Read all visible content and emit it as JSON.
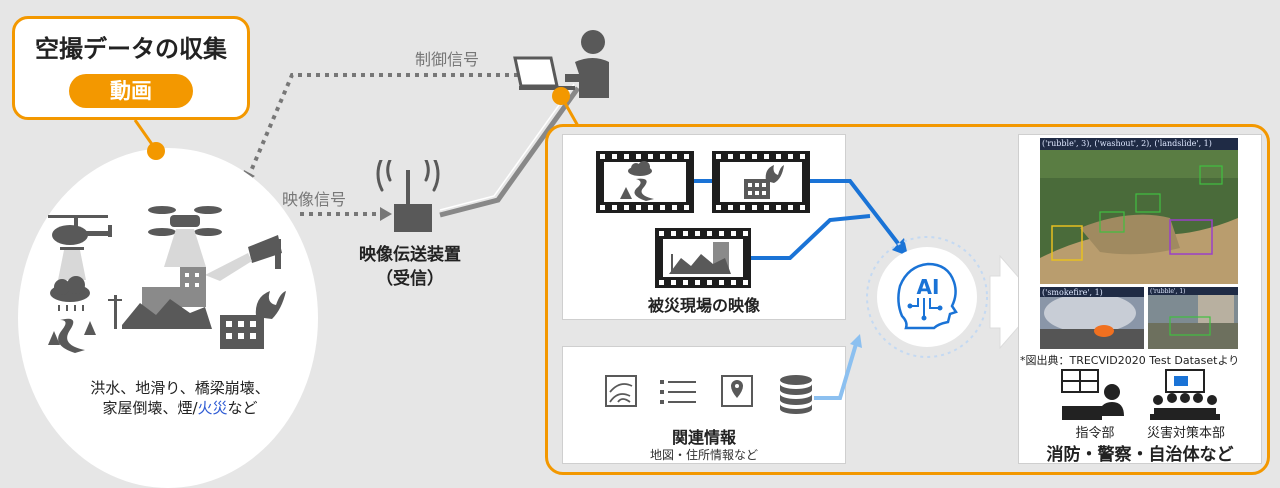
{
  "collection": {
    "title": "空撮データの収集",
    "badge": "動画"
  },
  "disasters": {
    "line1": "洪水、地滑り、橋梁崩壊、",
    "line2_a": "家屋倒壊、煙/",
    "line2_b": "火災",
    "line2_c": "など"
  },
  "signals": {
    "control": "制御信号",
    "video": "映像信号"
  },
  "device": {
    "line1": "映像伝送装置",
    "line2": "（受信）"
  },
  "scene_box": {
    "title": "被災現場の映像"
  },
  "related_box": {
    "title": "関連情報",
    "subtitle": "地図・住所情報など"
  },
  "ai": {
    "label": "AI"
  },
  "result_photos": {
    "tag_main": "('rubble', 3), ('washout', 2), ('landslide', 1)",
    "tag_smoke": "('smokefire', 1)",
    "tag_rubble": "('rubble', 1)",
    "source": "*図出典：TRECVID2020 Test Datasetより"
  },
  "organizations": {
    "command": "指令部",
    "hq": "災害対策本部",
    "summary": "消防・警察・自治体など"
  },
  "colors": {
    "accent_orange": "#f39800",
    "flow_blue": "#1a73d6",
    "icon_gray": "#595959"
  }
}
